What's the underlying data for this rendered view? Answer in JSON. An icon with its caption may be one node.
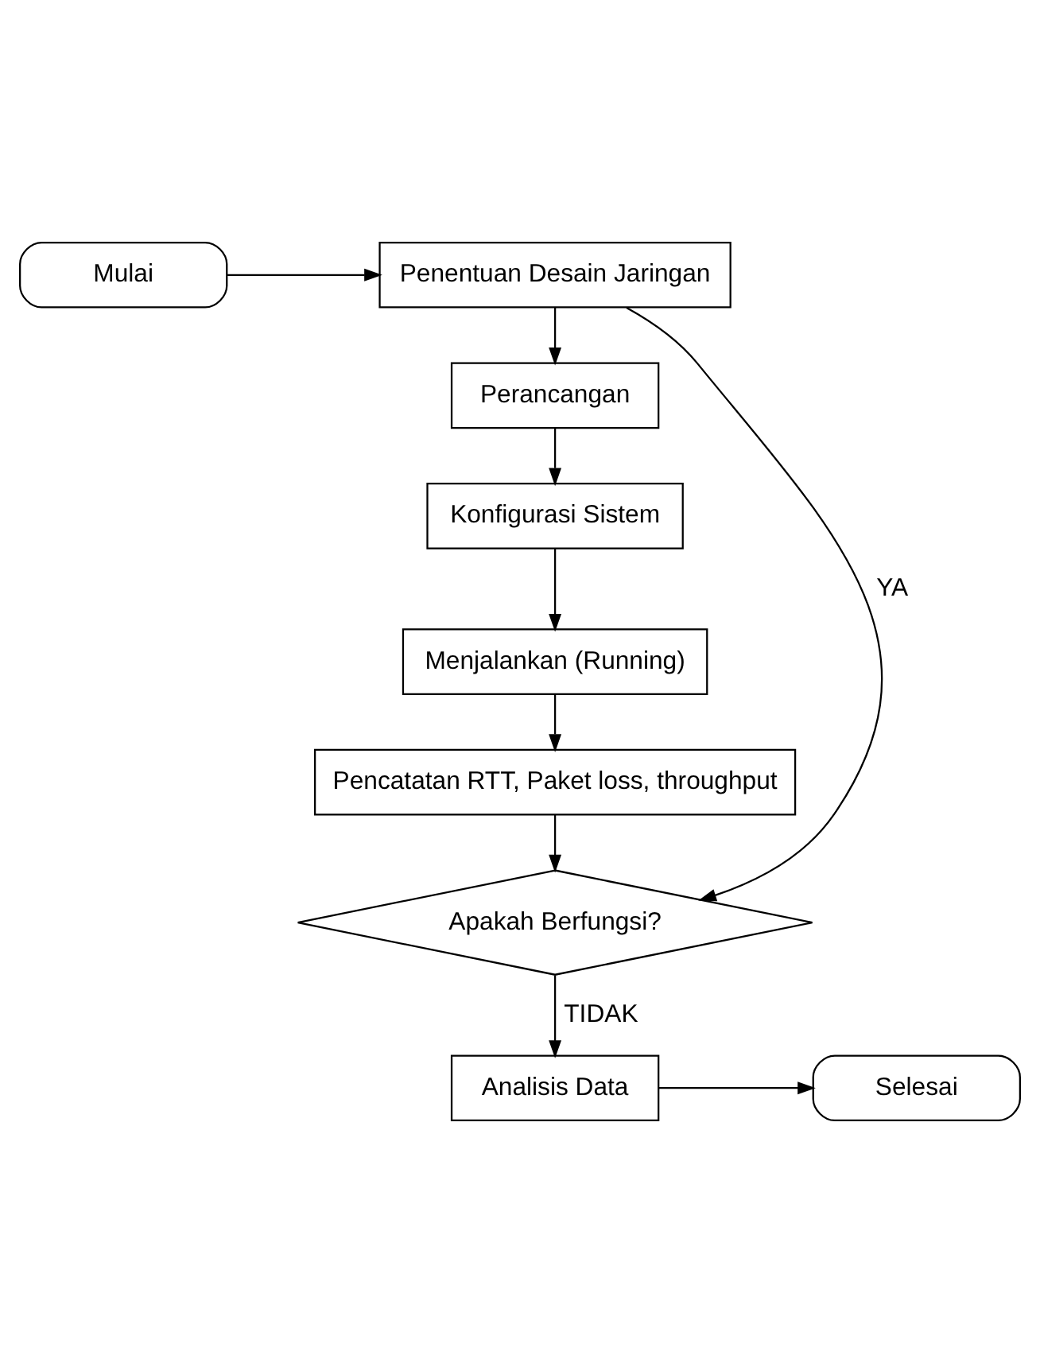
{
  "diagram": {
    "nodes": [
      {
        "text": [
          "Mulai"
        ]
      },
      {
        "text": [
          "Penentuan Desain Jaringan"
        ]
      },
      {
        "text": [
          "Perancangan"
        ]
      },
      {
        "text": [
          "Konfigurasi Sistem"
        ]
      },
      {
        "text": [
          "Menjalankan (Running)"
        ]
      },
      {
        "text": [
          "Pencatatan RTT, Paket loss, throughput"
        ]
      },
      {
        "text": [
          "Apakah Berfungsi?"
        ]
      },
      {
        "text": [
          "Analisis Data"
        ]
      },
      {
        "text": [
          "Selesai"
        ]
      }
    ],
    "edges": [
      {
        "from": 0,
        "to": 1,
        "arrow": "to"
      },
      {
        "from": 1,
        "to": 2,
        "arrow": "to"
      },
      {
        "from": 2,
        "to": 3,
        "arrow": "to"
      },
      {
        "from": 3,
        "to": 4,
        "arrow": "to"
      },
      {
        "from": 4,
        "to": 5,
        "arrow": "to"
      },
      {
        "from": 5,
        "to": 6,
        "arrow": "to"
      },
      {
        "from": 1,
        "to": 6,
        "arrow": "to",
        "label": "YA"
      },
      {
        "from": 6,
        "to": 7,
        "arrow": "to",
        "label": "TIDAK"
      },
      {
        "from": 7,
        "to": 8,
        "arrow": "to"
      }
    ]
  }
}
